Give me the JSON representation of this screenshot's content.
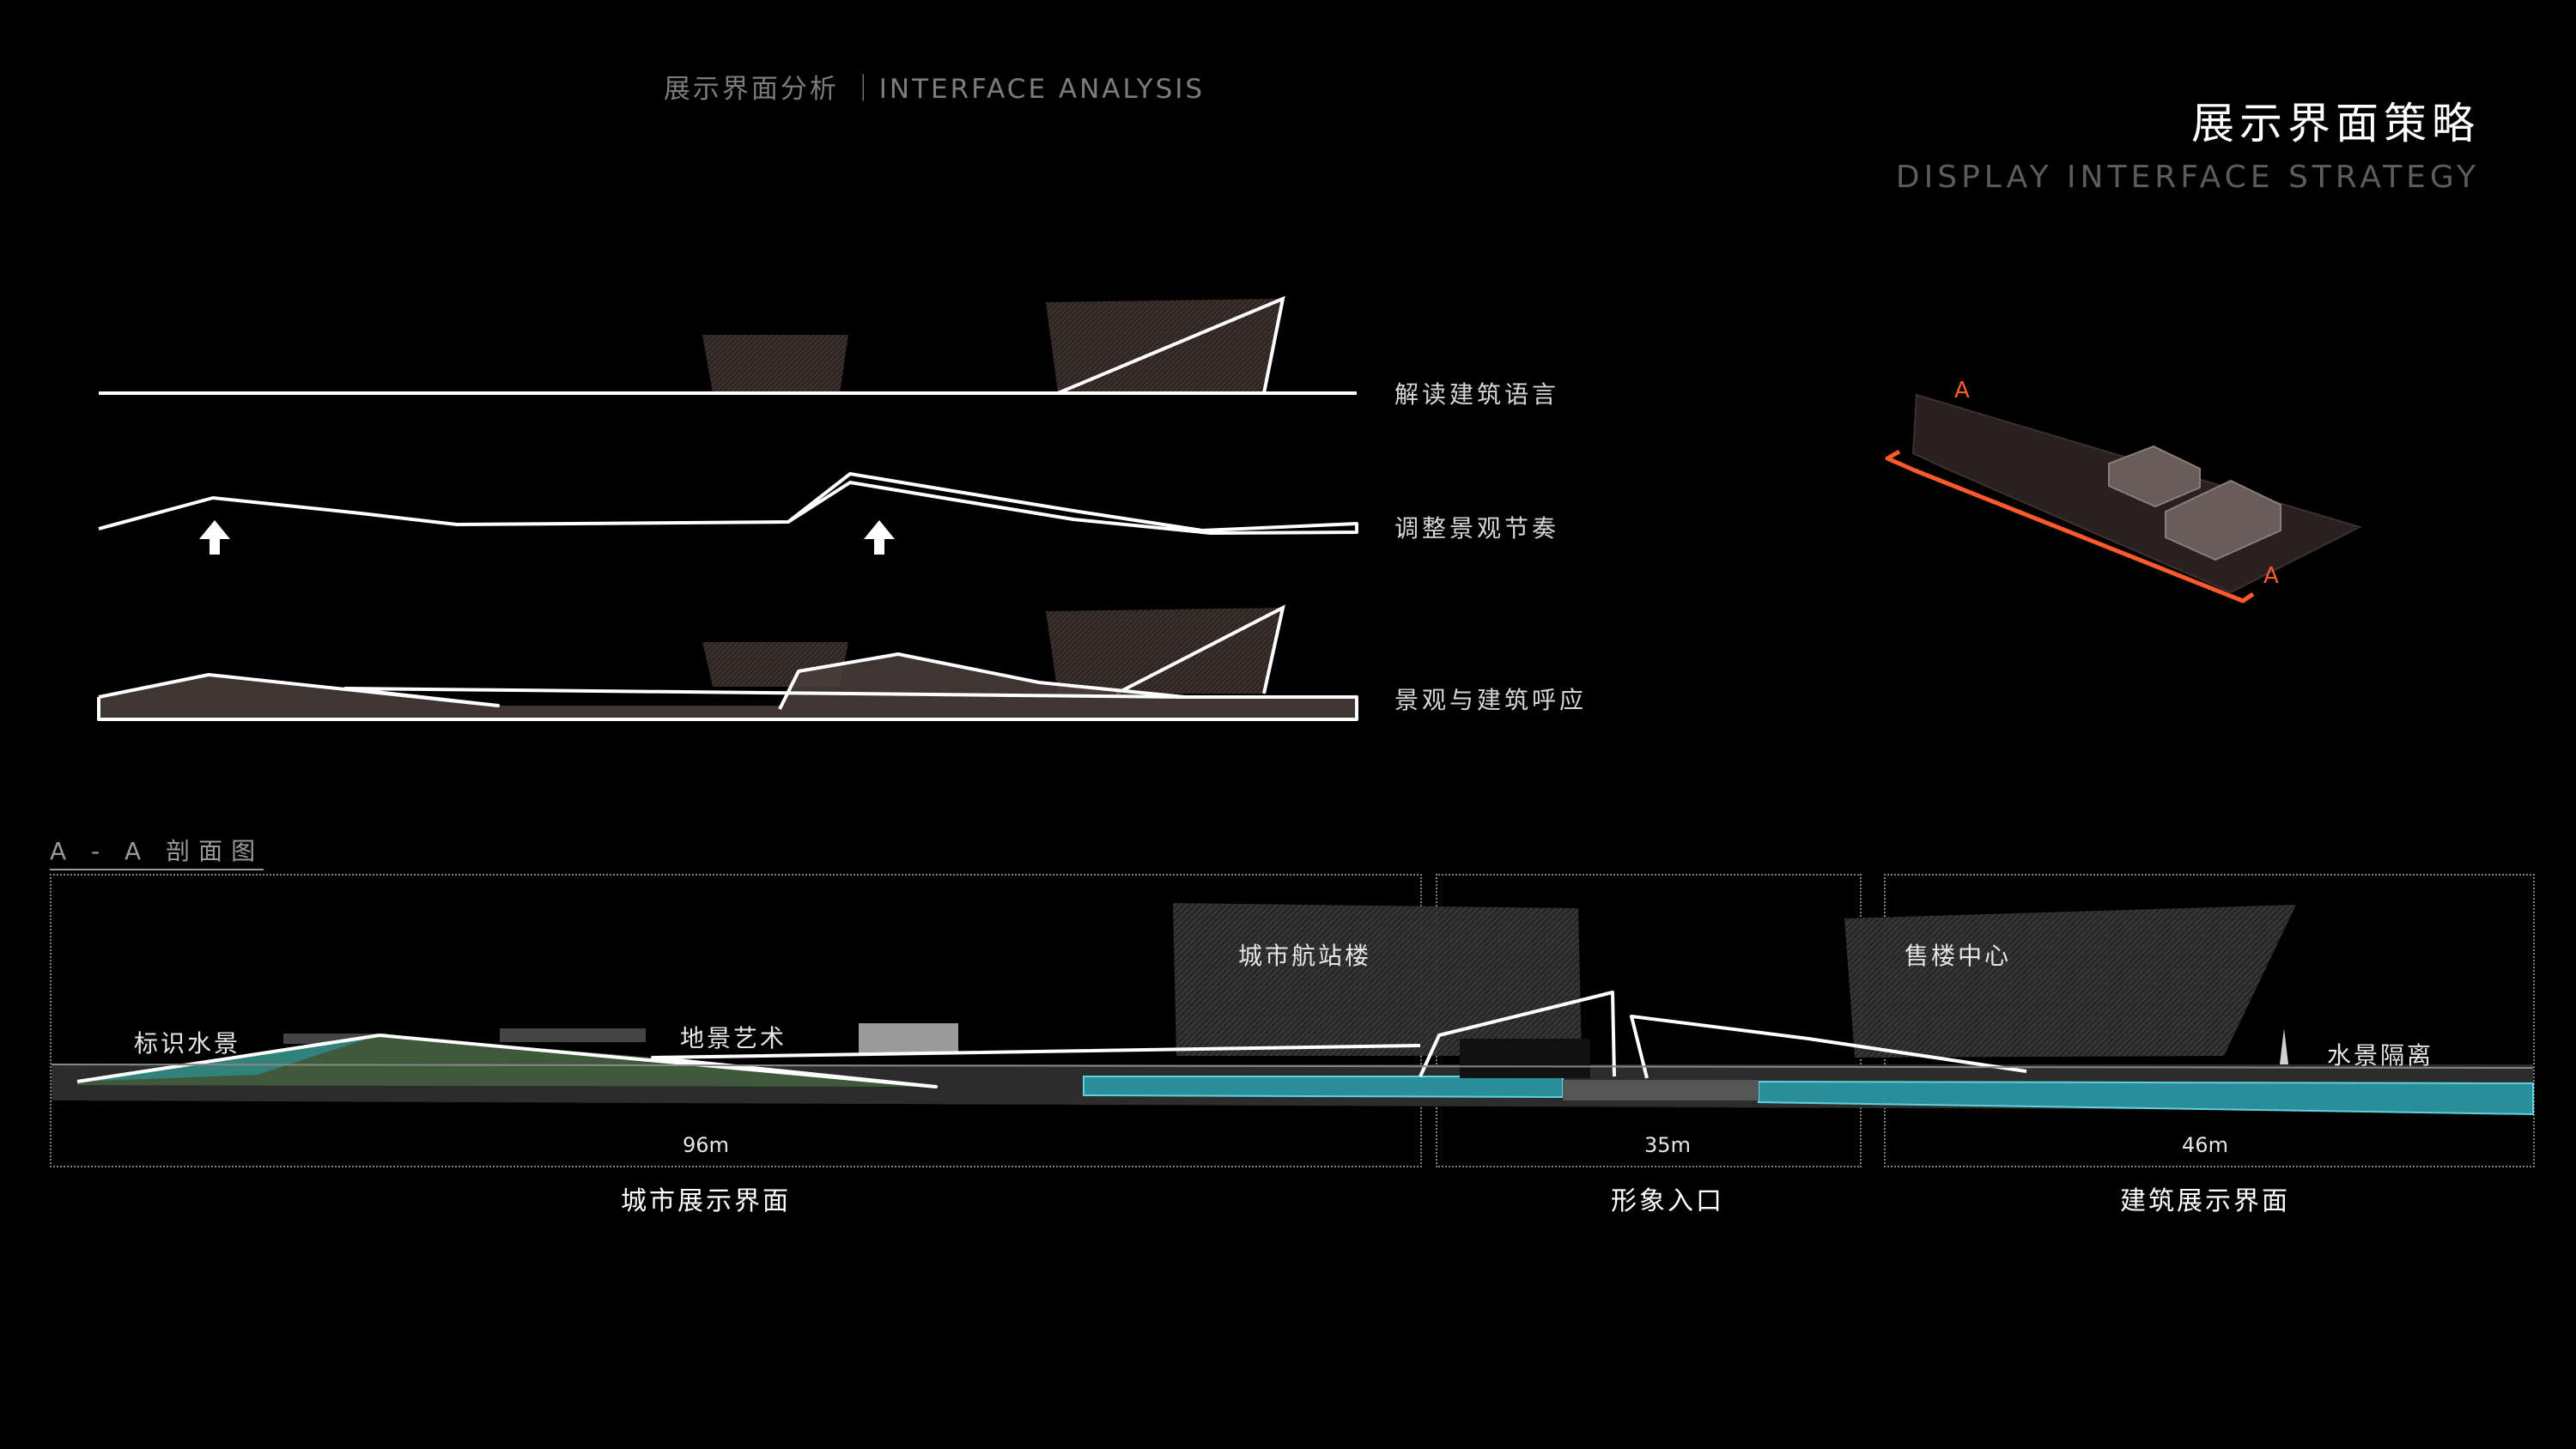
{
  "header": {
    "text": "展示界面分析 ｜INTERFACE ANALYSIS"
  },
  "title": {
    "cn": "展示界面策略",
    "en": "DISPLAY INTERFACE STRATEGY"
  },
  "steps": [
    {
      "label": "解读建筑语言"
    },
    {
      "label": "调整景观节奏"
    },
    {
      "label": "景观与建筑呼应"
    }
  ],
  "keyplan": {
    "marker_start": "A",
    "marker_end": "A"
  },
  "section": {
    "title": "A - A 剖面图",
    "labels": {
      "sign_water": "标识水景",
      "land_art": "地景艺术",
      "terminal": "城市航站楼",
      "sales_center": "售楼中心",
      "water_barrier": "水景隔离"
    },
    "zones": [
      {
        "distance": "96m",
        "name": "城市展示界面"
      },
      {
        "distance": "35m",
        "name": "形象入口"
      },
      {
        "distance": "46m",
        "name": "建筑展示界面"
      }
    ]
  },
  "colors": {
    "background": "#000000",
    "line": "#ffffff",
    "building": "#2e2422",
    "section_marker": "#ff5a2a",
    "water": "#3fb6c4",
    "lawn": "#3e5a3a"
  }
}
